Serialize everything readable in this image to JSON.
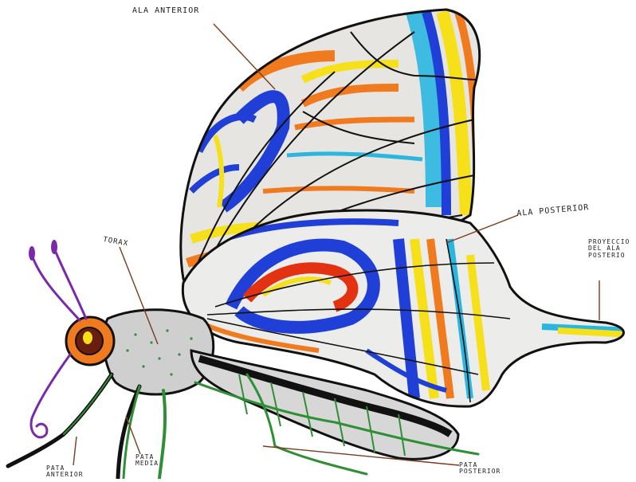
{
  "diagram": {
    "subject": "butterfly",
    "labels": {
      "ala_anterior": "ALA ANTERIOR",
      "ala_posterior": "ALA POSTERIOR",
      "proyeccion": "PROYECCIO\nDEL ALA\nPOSTERIO",
      "torax": "TORAX",
      "pata_anterior": "PATA\nANTERIOR",
      "pata_media": "PATA\nMEDIA",
      "pata_posterior": "PATA\nPOSTERIOR"
    },
    "colors": {
      "outline": "#111111",
      "blue": "#1f3fd6",
      "orange": "#f07a1e",
      "yellow": "#f6e01a",
      "red": "#e23212",
      "cyan": "#2bb6e0",
      "green": "#2f8f35",
      "gray": "#bdbdbd",
      "purple": "#7a2aa8",
      "leader": "#7a3b1e"
    }
  }
}
